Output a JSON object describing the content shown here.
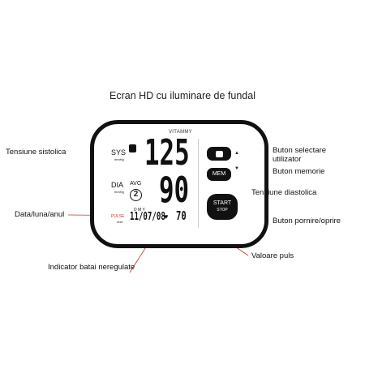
{
  "heading": "Ecran HD cu iluminare de fundal",
  "display": {
    "brand": "VITAMMY",
    "sys_label": "SYS",
    "dia_label": "DIA",
    "pulse_label": "PULSE",
    "mmhg": "mmHg",
    "per_min": "/min",
    "avg_label": "AVG",
    "avg_number": "2",
    "date_header": "D  M  Y",
    "date": "11/07/08",
    "sys_value": "125",
    "dia_value": "90",
    "pulse_value": "70"
  },
  "buttons": {
    "mem": "MEM",
    "start": "START",
    "stop": "STOP"
  },
  "callouts": {
    "systolic": "Tensiune sistolica",
    "date": "Data/luna/anul",
    "irregular": "Indicator batai neregulate",
    "user_select": "Buton selectare\nutilizator",
    "memory": "Buton memorie",
    "diastolic": "Tensiune diastolica",
    "start_stop": "Buton pornire/oprire",
    "pulse": "Valoare puls"
  },
  "colors": {
    "frame": "#111111",
    "pulse_label": "#c0392b",
    "line": "#c0392b"
  }
}
